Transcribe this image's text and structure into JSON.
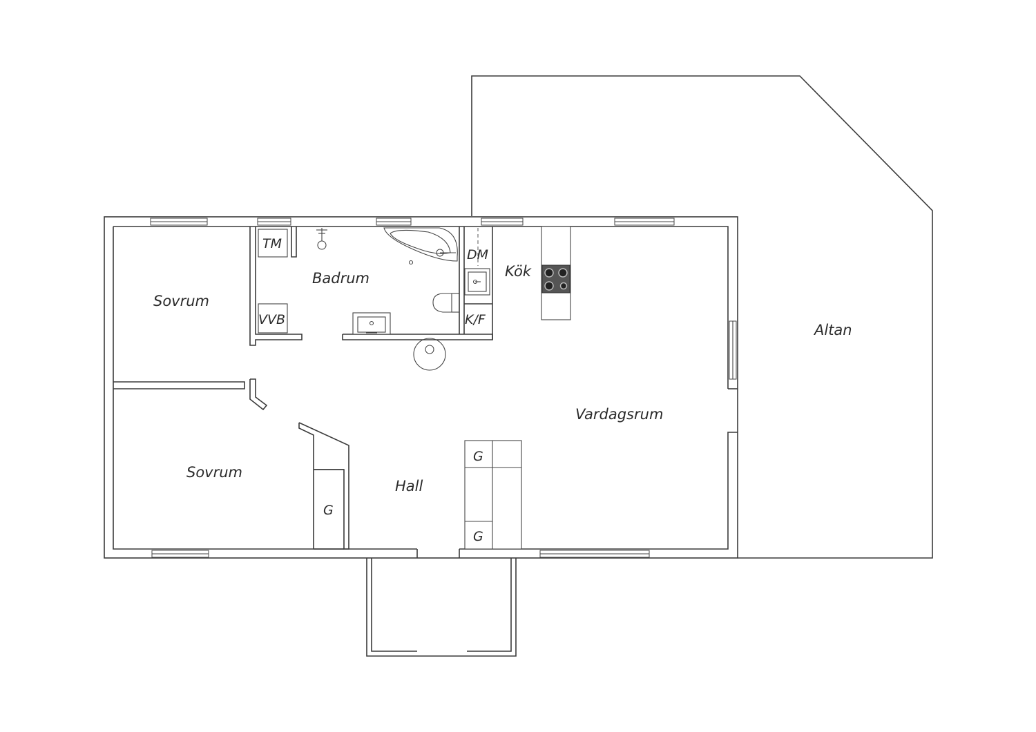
{
  "rooms": {
    "sovrum_top": "Sovrum",
    "sovrum_bottom": "Sovrum",
    "badrum": "Badrum",
    "kok": "Kök",
    "vardagsrum": "Vardagsrum",
    "hall": "Hall",
    "altan": "Altan"
  },
  "fixtures": {
    "tm": "TM",
    "vvb": "VVB",
    "dm": "DM",
    "kf": "K/F",
    "garderob_1": "G",
    "garderob_2": "G",
    "garderob_3": "G"
  },
  "colors": {
    "line": "#3a3a3a",
    "stove": "#555555",
    "background": "#ffffff"
  }
}
